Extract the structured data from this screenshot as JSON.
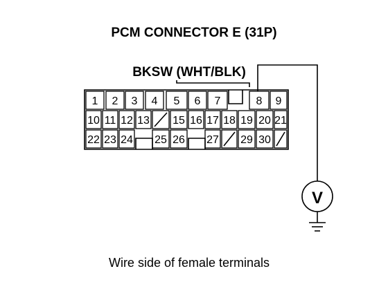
{
  "title": "PCM CONNECTOR E (31P)",
  "wire_label": "BKSW (WHT/BLK)",
  "caption": "Wire side of female terminals",
  "meter_symbol": "V",
  "connector": {
    "rows": [
      [
        "1",
        "2",
        "3",
        "4",
        "5",
        "6",
        "7",
        "",
        "",
        "8",
        "9"
      ],
      [
        "10",
        "11",
        "12",
        "13",
        "/",
        "15",
        "16",
        "17",
        "18",
        "19",
        "20",
        "21"
      ],
      [
        "22",
        "23",
        "24",
        "",
        "25",
        "26",
        "",
        "27",
        "/",
        "29",
        "30",
        "/"
      ]
    ],
    "probed_pin": "8"
  }
}
